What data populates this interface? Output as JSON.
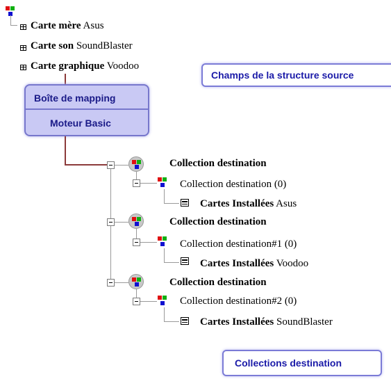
{
  "source_fields": [
    {
      "bold": "Carte mère",
      "value": "Asus"
    },
    {
      "bold": "Carte son",
      "value": "SoundBlaster"
    },
    {
      "bold": "Carte graphique",
      "value": "Voodoo"
    }
  ],
  "callout_source": "Champs de la structure source",
  "mapping_box": {
    "title": "Boîte de mapping",
    "subtitle": "Moteur Basic"
  },
  "collections": [
    {
      "title": "Collection destination",
      "child": "Collection destination (0)",
      "leaf_bold": "Cartes Installées",
      "leaf_value": "Asus"
    },
    {
      "title": "Collection destination",
      "child": "Collection destination#1 (0)",
      "leaf_bold": "Cartes Installées",
      "leaf_value": "Voodoo"
    },
    {
      "title": "Collection destination",
      "child": "Collection destination#2 (0)",
      "leaf_bold": "Cartes Installées",
      "leaf_value": "SoundBlaster"
    }
  ],
  "callout_dest": "Collections destination",
  "icons": {
    "root": "structure-icon",
    "field": "table-field-icon",
    "collection": "collection-icon"
  },
  "colors": {
    "callout_text": "#1a1aa8",
    "mapping_fill": "#c9c9f4",
    "connector": "#8b3a3a",
    "icon_red": "#e01010",
    "icon_green": "#10b010",
    "icon_blue": "#1010d0"
  }
}
